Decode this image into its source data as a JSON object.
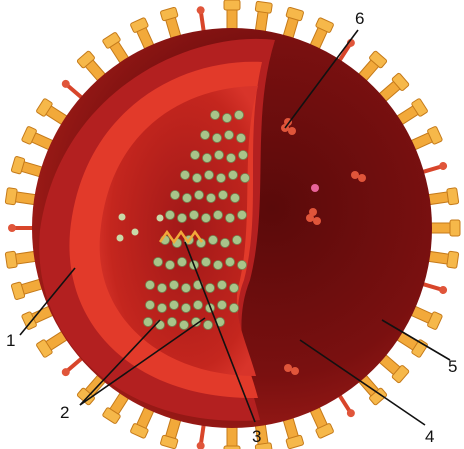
{
  "labels": {
    "l1": "1",
    "l2": "2",
    "l3": "3",
    "l4": "4",
    "l5": "5",
    "l6": "6"
  },
  "colors": {
    "shell_outer": "#8a1414",
    "shell_inner": "#b32020",
    "cutaway_ring": "#e23a2a",
    "core_fill": "#c82a22",
    "spike": "#f2a93a",
    "spike_dark": "#c57a1a",
    "protein_red": "#d8452a",
    "granule": "#a9c48a",
    "leader_line": "#111111"
  }
}
